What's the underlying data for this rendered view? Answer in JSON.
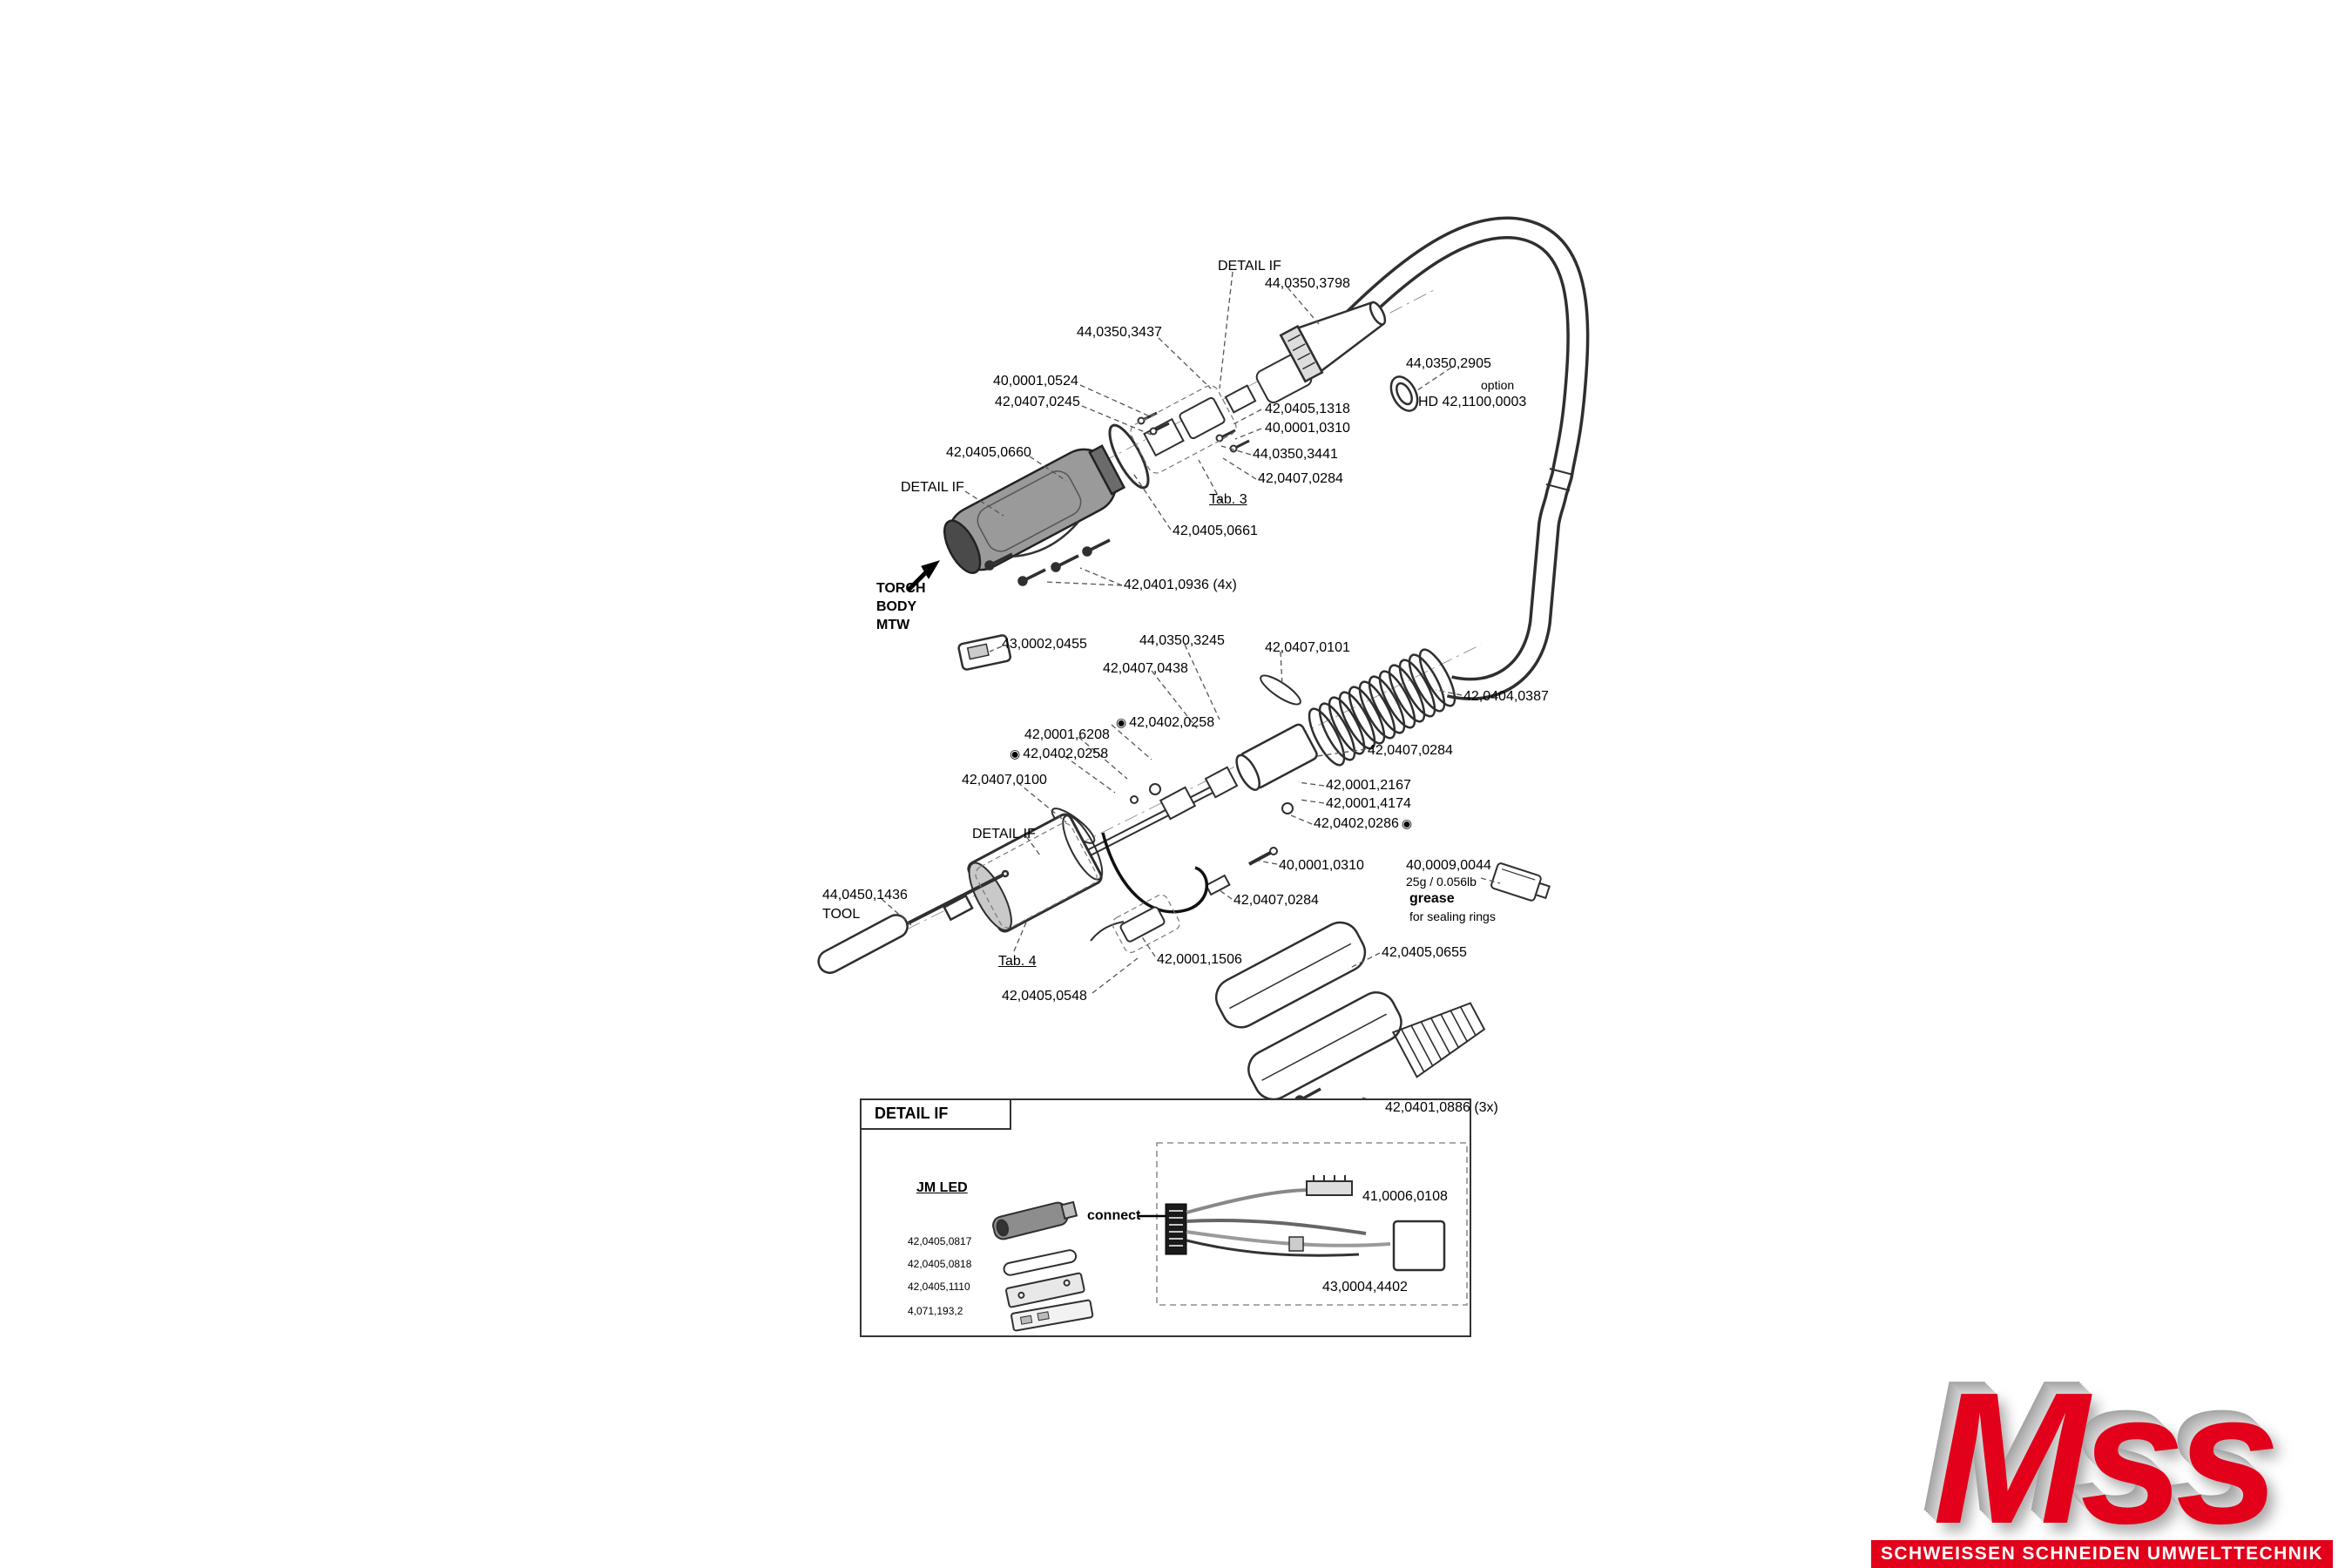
{
  "symbols": {
    "oring": "◉"
  },
  "callouts": [
    "DETAIL IF",
    "44,0350,3798",
    "44,0350,3437",
    "44,0350,2905",
    "40,0001,0524",
    "option",
    "HD 42,1100,0003",
    "42,0407,0245",
    "42,0405,1318",
    "40,0001,0310",
    "42,0405,0660",
    "44,0350,3441",
    "42,0407,0284",
    "DETAIL IF",
    "Tab. 3",
    "42,0405,0661",
    "TORCH\nBODY\nMTW",
    "42,0401,0936  (4x)",
    "43,0002,0455",
    "44,0350,3245",
    "42,0407,0101",
    "42,0407,0438",
    "42,0404,0387",
    "42,0402,0258",
    "42,0001,6208",
    "42,0402,0258",
    "42,0407,0284",
    "42,0407,0100",
    "42,0001,2167",
    "42,0001,4174",
    "42,0402,0286",
    "DETAIL IF",
    "40,0001,0310",
    "40,0009,0044",
    "25g / 0.056lb",
    "44,0450,1436",
    "TOOL",
    "42,0407,0284",
    "grease",
    "for sealing rings",
    "Tab. 4",
    "42,0001,1506",
    "42,0405,0655",
    "42,0405,0548",
    "42,0401,0886 (3x)"
  ],
  "detail_box": {
    "title": "DETAIL IF",
    "subtitle": "JM LED",
    "connect_label": "connect",
    "connector_part": "41,0006,0108",
    "cable_part": "43,0004,4402",
    "parts": [
      "42,0405,0817",
      "42,0405,0818",
      "42,0405,1110",
      "4,071,193,2"
    ]
  },
  "logo": {
    "wordmark": "Mss",
    "tagline": "SCHWEISSEN SCHNEIDEN UMWELTTECHNIK",
    "brand_color": "#e2001a"
  }
}
